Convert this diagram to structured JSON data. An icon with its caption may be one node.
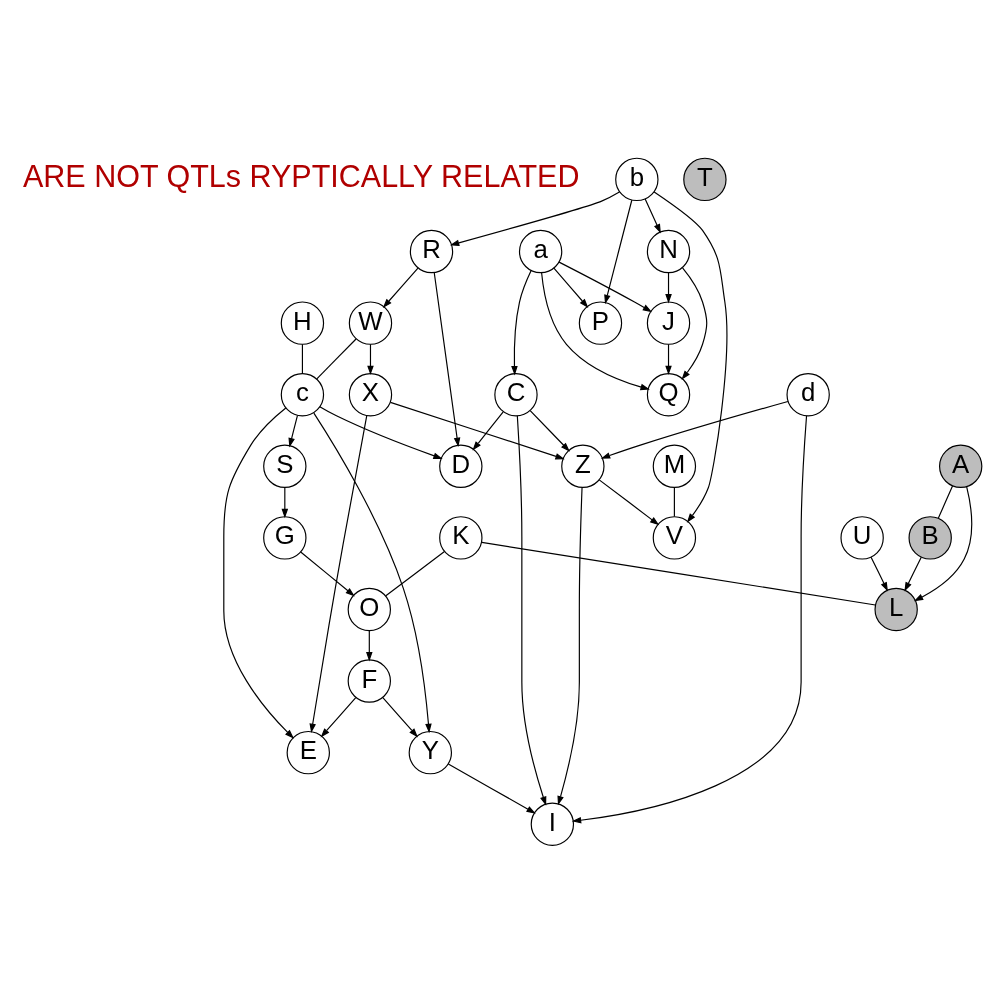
{
  "diagram": {
    "nodes": [
      {
        "text": [
          "b"
        ]
      },
      {
        "text": [
          "T"
        ]
      },
      {
        "text": [
          "R"
        ]
      },
      {
        "text": [
          "a"
        ]
      },
      {
        "text": [
          "N"
        ]
      },
      {
        "text": [
          "W"
        ]
      },
      {
        "text": [
          "H"
        ]
      },
      {
        "text": [
          "P"
        ]
      },
      {
        "text": [
          "J"
        ]
      },
      {
        "text": [
          "X"
        ]
      },
      {
        "text": [
          "c"
        ]
      },
      {
        "text": [
          "C"
        ]
      },
      {
        "text": [
          "Q"
        ]
      },
      {
        "text": [
          "d"
        ]
      },
      {
        "text": [
          "A"
        ]
      },
      {
        "text": [
          "S"
        ]
      },
      {
        "text": [
          "D"
        ]
      },
      {
        "text": [
          "Z"
        ]
      },
      {
        "text": [
          "M"
        ]
      },
      {
        "text": [
          "B"
        ]
      },
      {
        "text": [
          "U"
        ]
      },
      {
        "text": [
          "K"
        ]
      },
      {
        "text": [
          "G"
        ]
      },
      {
        "text": [
          "V"
        ]
      },
      {
        "text": [
          "L"
        ]
      },
      {
        "text": [
          "O"
        ]
      },
      {
        "text": [
          "F"
        ]
      },
      {
        "text": [
          "E"
        ]
      },
      {
        "text": [
          "Y"
        ]
      },
      {
        "text": [
          "I"
        ]
      }
    ],
    "edges": [
      {
        "from": 0,
        "to": 2,
        "arrow": "to"
      },
      {
        "from": 0,
        "to": 7,
        "arrow": "to"
      },
      {
        "from": 0,
        "to": 4,
        "arrow": "to"
      },
      {
        "from": 0,
        "to": 23,
        "arrow": "to"
      },
      {
        "from": 3,
        "to": 7,
        "arrow": "to"
      },
      {
        "from": 3,
        "to": 11,
        "arrow": "to"
      },
      {
        "from": 3,
        "to": 12,
        "arrow": "to"
      },
      {
        "from": 3,
        "to": 8,
        "arrow": "to"
      },
      {
        "from": 4,
        "to": 8,
        "arrow": "to"
      },
      {
        "from": 4,
        "to": 12,
        "arrow": "to"
      },
      {
        "from": 8,
        "to": 12,
        "arrow": "to"
      },
      {
        "from": 2,
        "to": 5,
        "arrow": "to"
      },
      {
        "from": 2,
        "to": 16,
        "arrow": "to"
      },
      {
        "from": 5,
        "to": 9,
        "arrow": "to"
      },
      {
        "from": 5,
        "to": 10,
        "arrow": "none"
      },
      {
        "from": 6,
        "to": 10,
        "arrow": "none"
      },
      {
        "from": 9,
        "to": 17,
        "arrow": "to"
      },
      {
        "from": 9,
        "to": 27,
        "arrow": "to"
      },
      {
        "from": 10,
        "to": 15,
        "arrow": "to"
      },
      {
        "from": 10,
        "to": 16,
        "arrow": "to"
      },
      {
        "from": 10,
        "to": 27,
        "arrow": "to"
      },
      {
        "from": 10,
        "to": 28,
        "arrow": "to"
      },
      {
        "from": 11,
        "to": 16,
        "arrow": "to"
      },
      {
        "from": 11,
        "to": 17,
        "arrow": "to"
      },
      {
        "from": 11,
        "to": 29,
        "arrow": "to"
      },
      {
        "from": 13,
        "to": 17,
        "arrow": "to"
      },
      {
        "from": 13,
        "to": 29,
        "arrow": "to"
      },
      {
        "from": 17,
        "to": 23,
        "arrow": "to"
      },
      {
        "from": 17,
        "to": 29,
        "arrow": "to"
      },
      {
        "from": 18,
        "to": 23,
        "arrow": "none"
      },
      {
        "from": 14,
        "to": 19,
        "arrow": "none"
      },
      {
        "from": 14,
        "to": 24,
        "arrow": "to"
      },
      {
        "from": 19,
        "to": 24,
        "arrow": "to"
      },
      {
        "from": 20,
        "to": 24,
        "arrow": "to"
      },
      {
        "from": 21,
        "to": 24,
        "arrow": "none"
      },
      {
        "from": 21,
        "to": 25,
        "arrow": "none"
      },
      {
        "from": 15,
        "to": 22,
        "arrow": "to"
      },
      {
        "from": 22,
        "to": 25,
        "arrow": "to"
      },
      {
        "from": 25,
        "to": 26,
        "arrow": "to"
      },
      {
        "from": 26,
        "to": 27,
        "arrow": "to"
      },
      {
        "from": 26,
        "to": 28,
        "arrow": "to"
      },
      {
        "from": 28,
        "to": 29,
        "arrow": "to"
      }
    ],
    "labels": [
      "ARE NOT QTLs RYPTICALLY RELATED"
    ]
  }
}
